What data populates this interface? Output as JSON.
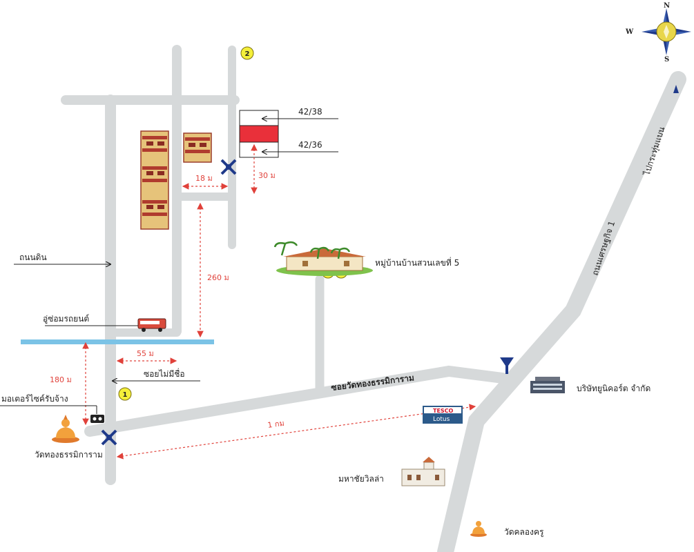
{
  "compass": {
    "north": "N",
    "south": "S",
    "west": "W"
  },
  "roads": {
    "main_highway": "ถนนเศรษฐกิจ 1",
    "to_krathum_baen": "ไปกระทุ่มแบน",
    "soi_wat": "ซอยวัดทองธรรมิการาม",
    "dirt_road": "ถนนดิน",
    "unnamed_soi": "ซอยไม่มีชื่อ"
  },
  "plots": {
    "upper": "42/38",
    "lower": "42/36"
  },
  "distances": {
    "d18": "18 ม",
    "d30": "30 ม",
    "d260": "260 ม",
    "d55": "55 ม",
    "d180": "180 ม",
    "d1km": "1 กม"
  },
  "places": {
    "village": "หมู่บ้านบ้านสวนเลขที่ 5",
    "car_repair": "อู่ซ่อมรถยนต์",
    "motorbike_taxi": "มอเตอร์ไซค์รับจ้าง",
    "wat_thong": "วัดทองธรรมิการาม",
    "company": "บริษัทยูนิคอร์ต จำกัด",
    "mahachai_villa": "มหาชัยวิลล่า",
    "wat_khlong_khru": "วัดคลองครู",
    "tesco_top": "TESCO",
    "tesco_bottom": "Lotus"
  },
  "markers": [
    "1",
    "2",
    "3",
    "4"
  ],
  "colors": {
    "road": "#d6d9da",
    "plot_highlight": "#e9303a",
    "dimension": "#e0413a",
    "canal": "#7bc3e6",
    "marker_fill": "#f4ef3a",
    "landmark_blue": "#1f3a8a"
  }
}
